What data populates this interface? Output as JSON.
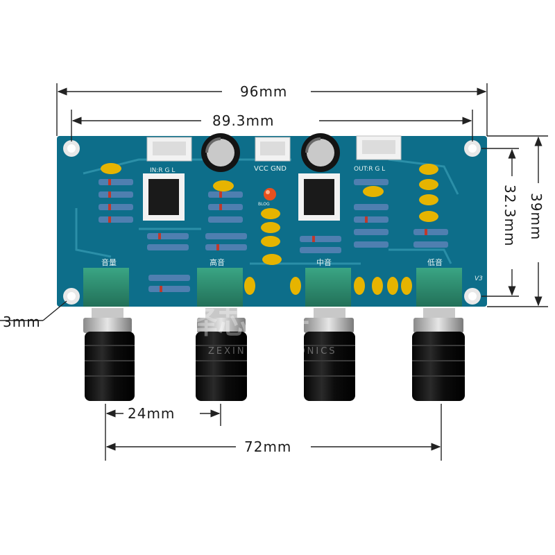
{
  "dimensions": {
    "overall_width": "96mm",
    "hole_spacing": "89.3mm",
    "board_height": "39mm",
    "hole_vertical": "32.3mm",
    "hole_diameter": "3mm",
    "knob_spacing": "24mm",
    "knob_span": "72mm"
  },
  "board": {
    "input_label": "IN:R  G  L",
    "power_label": "VCC GND",
    "output_label": "OUT:R  G  L",
    "volume_label": "音量",
    "treble_label": "高音",
    "mid_label": "中音",
    "bass_label": "低音",
    "version": "V3",
    "led_label": "BLOG"
  },
  "watermark": {
    "cn": "泽芯电子",
    "en": "ZEXIN ELECTRONICS"
  },
  "colors": {
    "pcb": "#0d6e8a",
    "trace": "#2b8fa8",
    "knob": "#111111",
    "pot_body": "#2e8b6f",
    "capacitor": "#e6b400",
    "led": "#e8501e"
  }
}
